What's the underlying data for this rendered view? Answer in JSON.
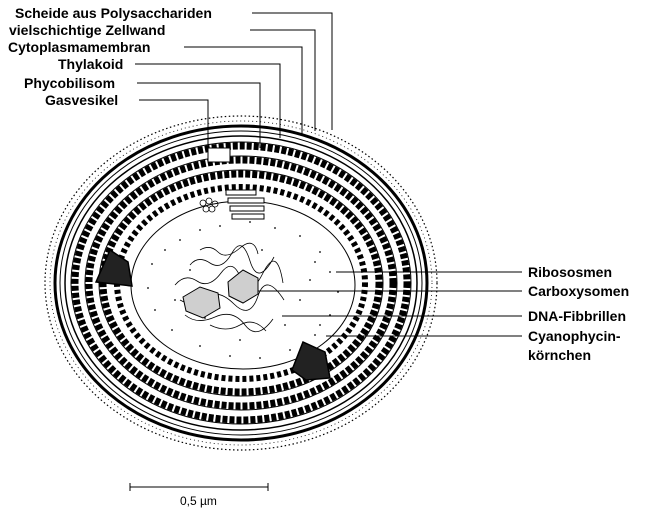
{
  "labels_left": [
    "Scheide aus Polysacchariden",
    "vielschichtige Zellwand",
    "Cytoplasmamembran",
    "Thylakoid",
    "Phycobilisom",
    "Gasvesikel"
  ],
  "labels_right": [
    "Ribososmen",
    "Carboxysomen",
    "DNA-Fibbrillen",
    "Cyanophycin-",
    "körnchen"
  ],
  "scale_bar": {
    "label": "0,5 µm"
  }
}
